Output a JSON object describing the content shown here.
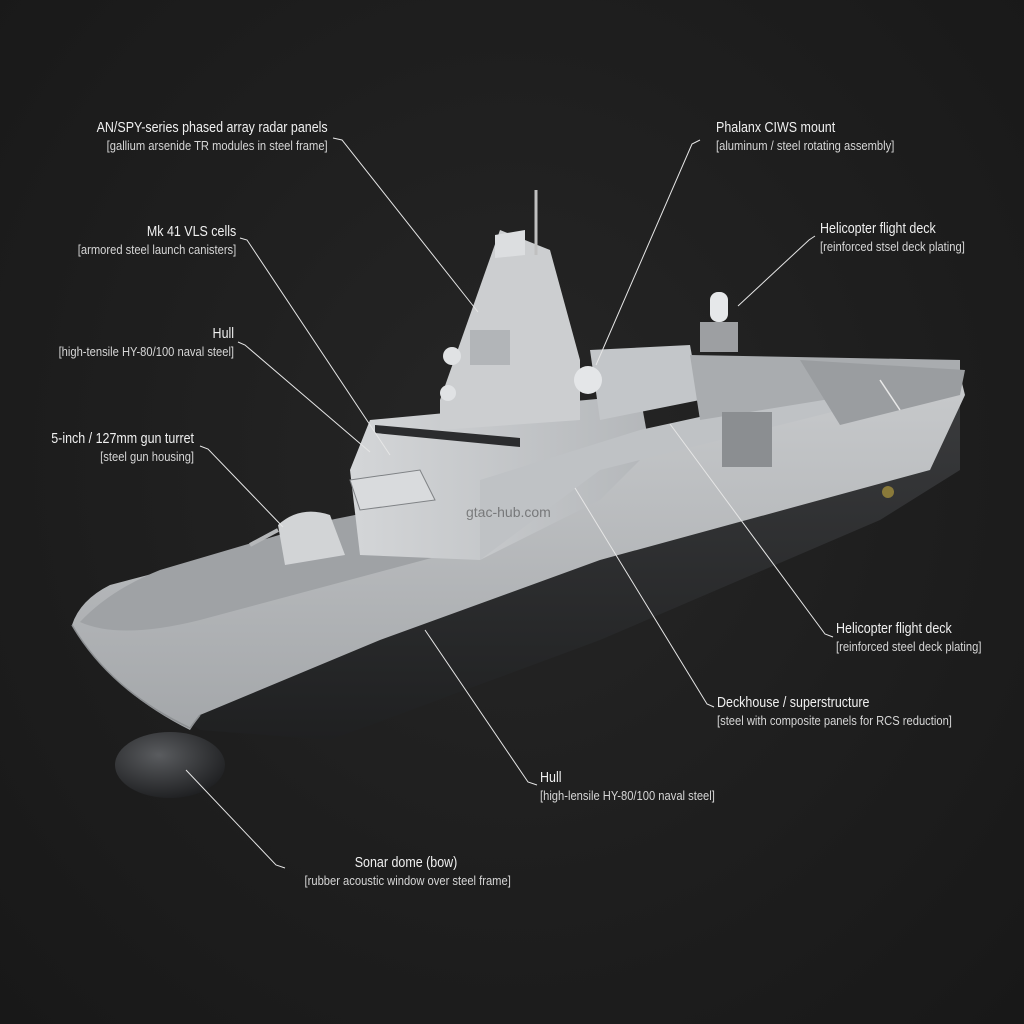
{
  "diagram": {
    "subject": "Naval frigate / destroyer materials callout diagram",
    "background_color": "#1e1e1e",
    "text_color": "#e8e8e8",
    "hull_color": "#b9bcbe",
    "lower_hull_color": "#2a2b2d",
    "watermark": "gtac-hub.com",
    "callouts": [
      {
        "id": "radar",
        "title": "AN/SPY-series phased array radar panels",
        "sub": "[gallium arsenide TR modules in steel frame]"
      },
      {
        "id": "ciws",
        "title": "Phalanx CIWS mount",
        "sub": "[aluminum / steel rotating assembly]"
      },
      {
        "id": "vls",
        "title": "Mk 41 VLS cells",
        "sub": "[armored steel launch canisters]"
      },
      {
        "id": "helideck-top",
        "title": "Helicopter flight deck",
        "sub": "[reinforced stsel deck plating]"
      },
      {
        "id": "hull-left",
        "title": "Hull",
        "sub": "[high-tensile HY-80/100 naval steel]"
      },
      {
        "id": "gun",
        "title": "5-inch / 127mm gun turret",
        "sub": "[steel gun housing]"
      },
      {
        "id": "helideck-right",
        "title": "Helicopter flight deck",
        "sub": "[reinforced steel deck plating]"
      },
      {
        "id": "deckhouse",
        "title": "Deckhouse / superstructure",
        "sub": "[steel with composite panels for RCS reduction]"
      },
      {
        "id": "hull-bottom",
        "title": "Hull",
        "sub": "[high-lensile HY-80/100 naval steel]"
      },
      {
        "id": "sonar",
        "title": "Sonar dome (bow)",
        "sub": "[rubber acoustic window over steel frame]"
      }
    ]
  }
}
